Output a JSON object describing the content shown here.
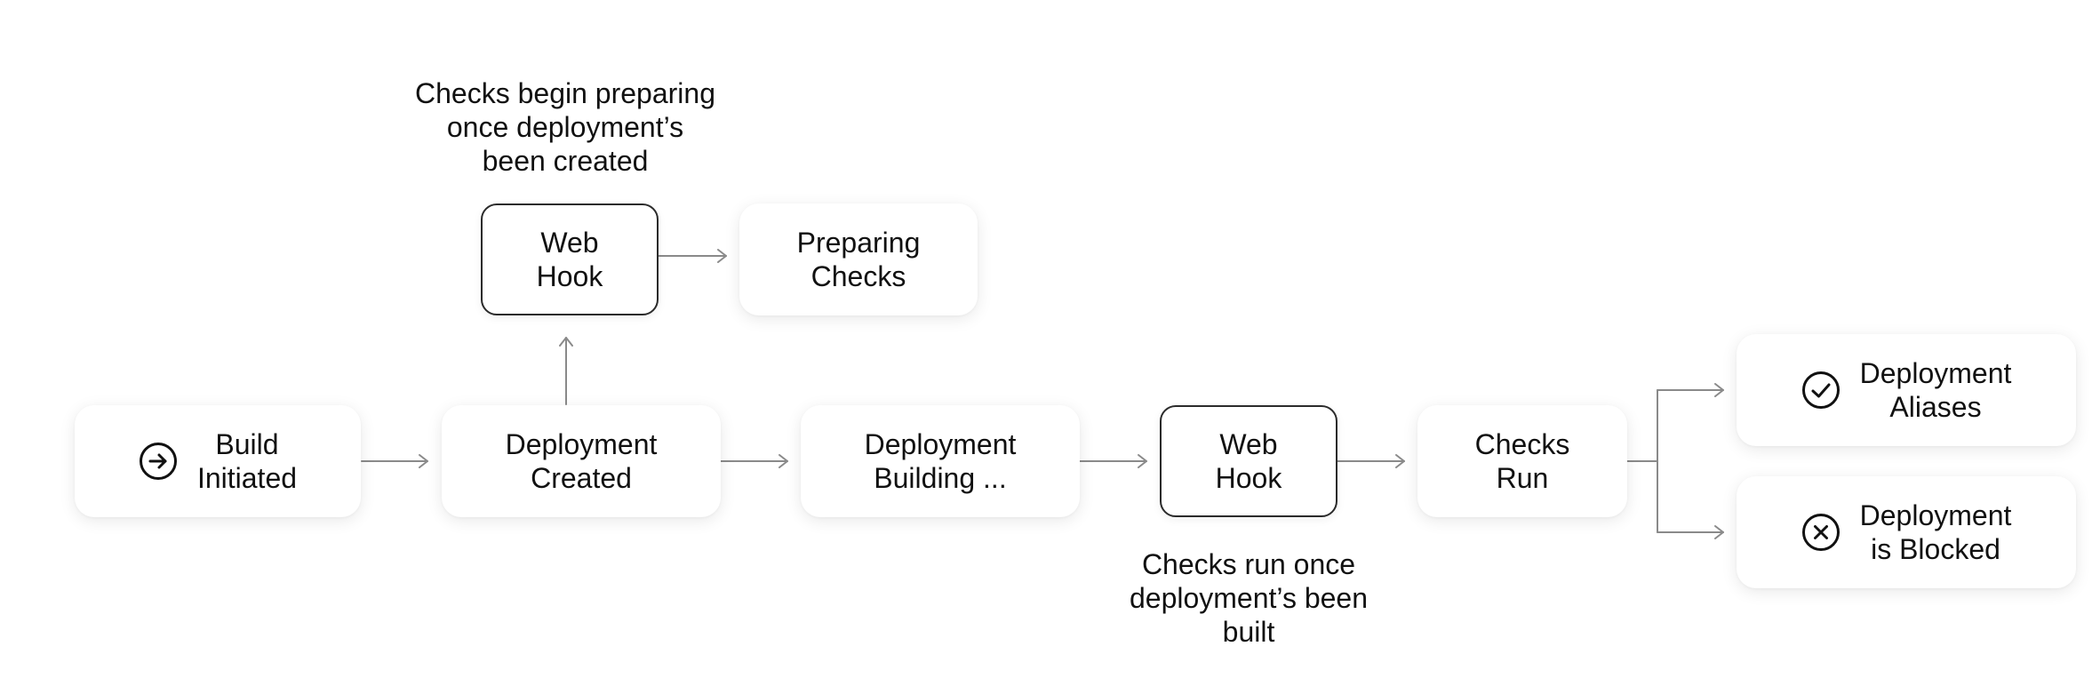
{
  "diagram": {
    "nodes": {
      "build_initiated": {
        "label": "Build\nInitiated",
        "icon": "arrow-right-circle-icon"
      },
      "deployment_created": {
        "label": "Deployment\nCreated"
      },
      "deployment_building": {
        "label": "Deployment\nBuilding ..."
      },
      "web_hook_build": {
        "label": "Web\nHook"
      },
      "checks_run": {
        "label": "Checks\nRun"
      },
      "web_hook_create": {
        "label": "Web\nHook"
      },
      "preparing_checks": {
        "label": "Preparing\nChecks"
      },
      "deployment_aliases": {
        "label": "Deployment\nAliases",
        "icon": "check-circle-icon"
      },
      "deployment_blocked": {
        "label": "Deployment\nis Blocked",
        "icon": "x-circle-icon"
      }
    },
    "annotations": {
      "checks_prepare_note": "Checks begin preparing\nonce deployment’s\nbeen created",
      "checks_run_note": "Checks run once\ndeployment’s been\nbuilt"
    },
    "colors": {
      "connector": "#8a8a8a",
      "text": "#111111",
      "hook_border": "#2b2b2b"
    }
  }
}
